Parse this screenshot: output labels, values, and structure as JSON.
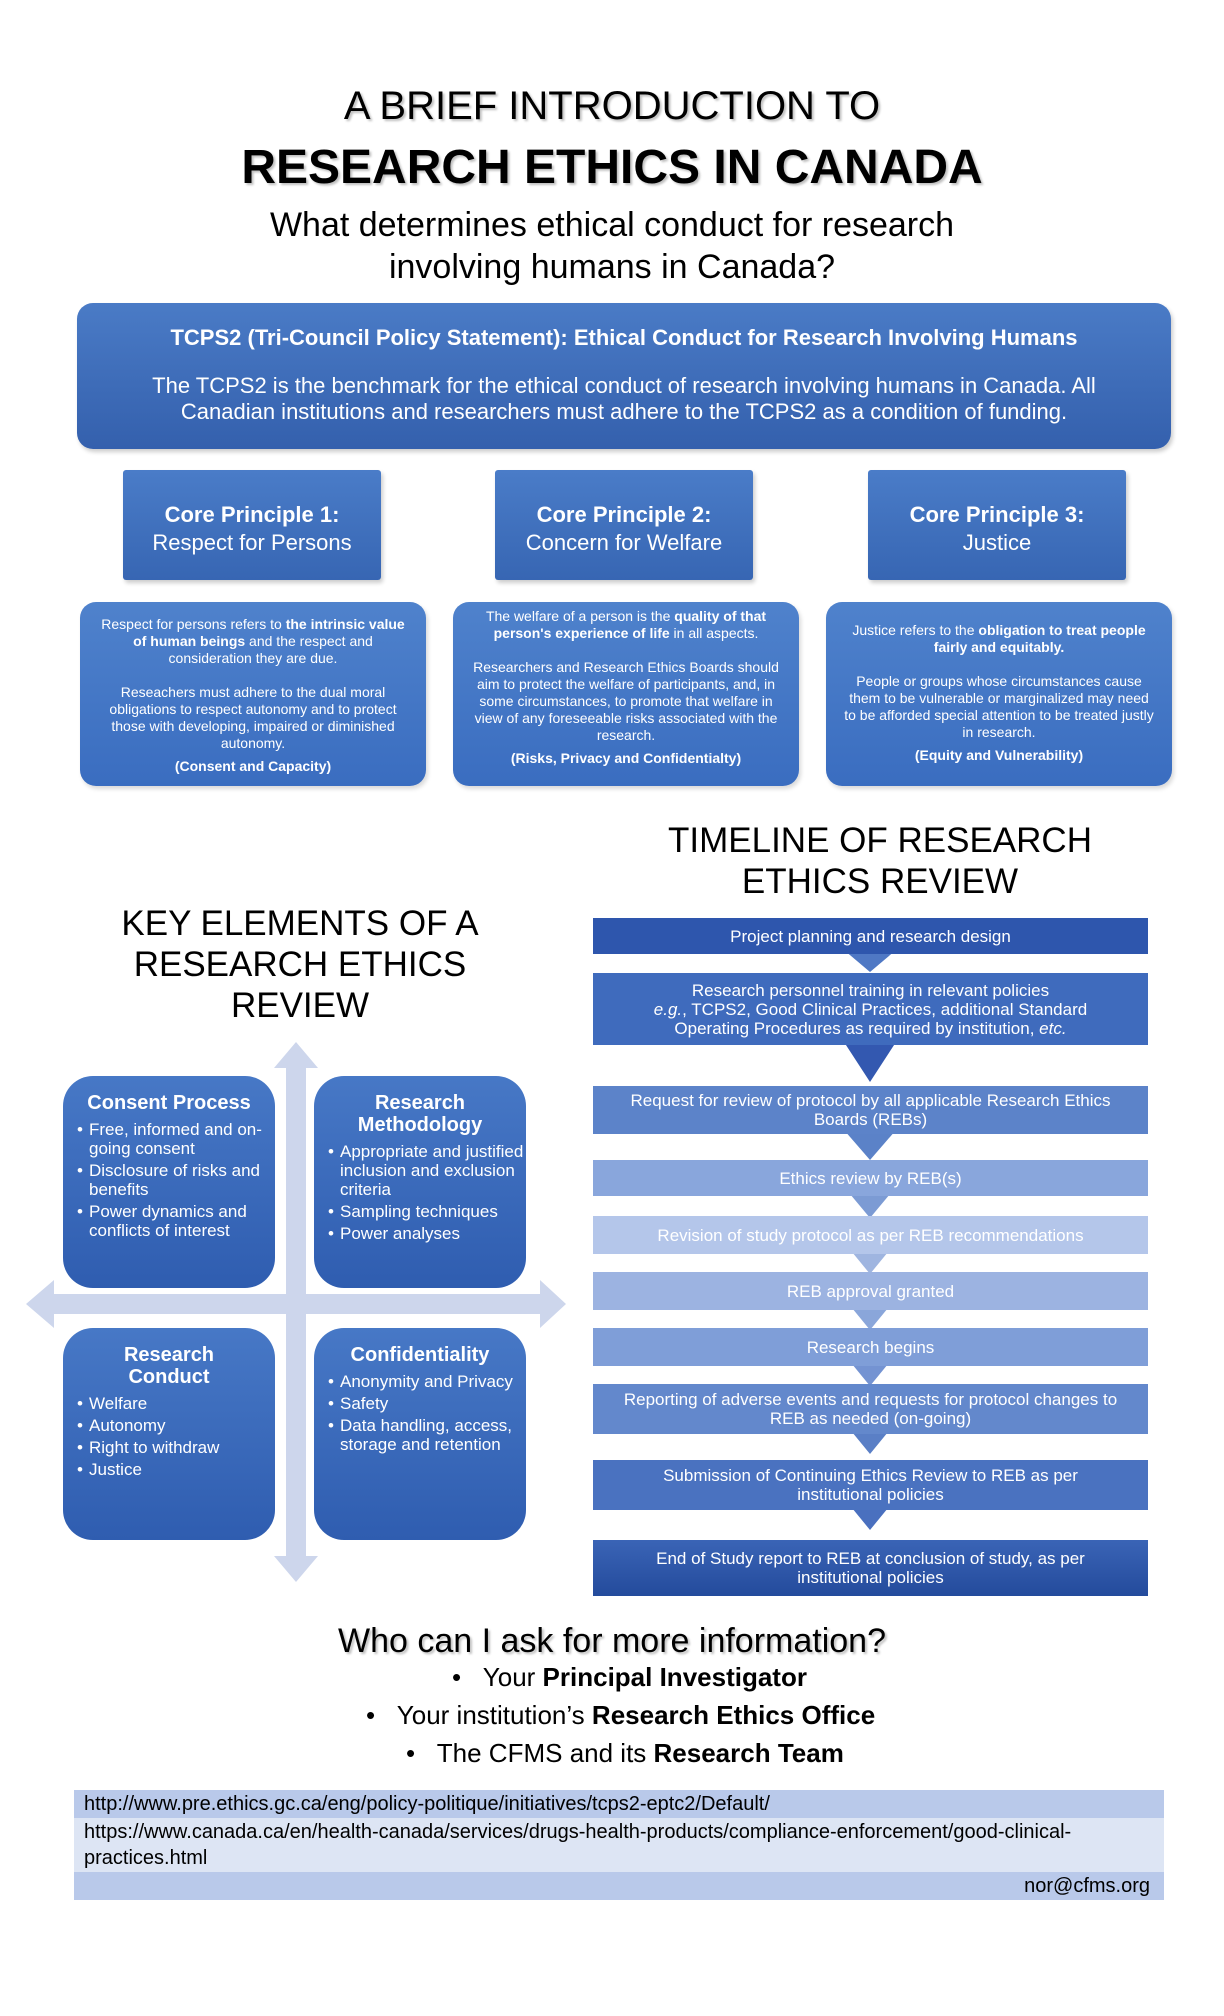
{
  "header": {
    "title_line1": "A BRIEF INTRODUCTION TO",
    "title_line2": "RESEARCH ETHICS IN CANADA",
    "subtitle": "What determines ethical conduct for research involving humans in Canada?"
  },
  "tcps": {
    "title": "TCPS2 (Tri-Council Policy Statement): Ethical Conduct for Research Involving Humans",
    "body": "The TCPS2 is the benchmark for the ethical conduct of research involving humans in Canada. All Canadian institutions and researchers must adhere to the TCPS2 as a condition of funding."
  },
  "principles": [
    {
      "title": "Core Principle 1:",
      "subtitle": "Respect for Persons",
      "desc1_pre": "Respect for persons refers to ",
      "desc1_bold": "the intrinsic value of human beings",
      "desc1_post": " and the respect and consideration they are due.",
      "desc2": "Reseachers must adhere to the dual moral obligations to respect autonomy and to protect those with developing, impaired or diminished autonomy.",
      "tag": "(Consent and Capacity)"
    },
    {
      "title": "Core Principle 2:",
      "subtitle": "Concern for Welfare",
      "desc1_pre": "The welfare of a person is the ",
      "desc1_bold": "quality of that person's experience of life",
      "desc1_post": " in all aspects.",
      "desc2": "Researchers and Research Ethics Boards should aim to protect the welfare of participants, and, in some circumstances, to promote that welfare in view of any foreseeable risks associated with the research.",
      "tag": "(Risks, Privacy and Confidentialty)"
    },
    {
      "title": "Core Principle 3:",
      "subtitle": "Justice",
      "desc1_pre": "Justice refers to the ",
      "desc1_bold": "obligation to treat people fairly and equitably.",
      "desc1_post": "",
      "desc2": "People or groups whose circumstances cause them to be vulnerable or marginalized may need to be afforded special attention to be treated justly in research.",
      "tag": "(Equity and Vulnerability)"
    }
  ],
  "key_elements": {
    "title": "KEY ELEMENTS OF A RESEARCH ETHICS REVIEW",
    "quadrants": [
      {
        "title": "Consent Process",
        "items": [
          "Free, informed and on-going consent",
          "Disclosure of risks and benefits",
          "Power dynamics and conflicts of interest"
        ]
      },
      {
        "title": "Research Methodology",
        "items": [
          "Appropriate and justified inclusion and exclusion criteria",
          "Sampling techniques",
          "Power analyses"
        ]
      },
      {
        "title": "Research Conduct",
        "items": [
          "Welfare",
          "Autonomy",
          "Right to withdraw",
          "Justice"
        ]
      },
      {
        "title": "Confidentiality",
        "items": [
          "Anonymity and Privacy",
          "Safety",
          "Data handling, access, storage and retention"
        ]
      }
    ]
  },
  "timeline": {
    "title": "TIMELINE OF RESEARCH ETHICS REVIEW",
    "steps": [
      {
        "text": "Project planning and research design"
      },
      {
        "text": "Research personnel training in relevant policies",
        "sub_pre": "e.g.",
        "sub_mid": ", TCPS2, Good Clinical Practices, additional Standard Operating Procedures as required by institution, ",
        "sub_post": "etc."
      },
      {
        "text": "Request for review of protocol by all applicable Research Ethics Boards (REBs)"
      },
      {
        "text": "Ethics review by REB(s)"
      },
      {
        "text": "Revision of study protocol as per REB recommendations"
      },
      {
        "text": "REB approval granted"
      },
      {
        "text": "Research begins"
      },
      {
        "text": "Reporting of adverse events and requests for protocol changes to REB as needed (on-going)"
      },
      {
        "text": "Submission of Continuing Ethics Review to REB as per institutional policies"
      },
      {
        "text": "End of Study report to REB at conclusion of study, as per institutional policies"
      }
    ]
  },
  "contact": {
    "title": "Who can I ask for more information?",
    "items": [
      {
        "pre": "Your ",
        "bold": "Principal Investigator"
      },
      {
        "pre": "Your institution’s ",
        "bold": "Research Ethics Office"
      },
      {
        "pre": "The CFMS and its ",
        "bold": "Research Team"
      }
    ],
    "link1": "http://www.pre.ethics.gc.ca/eng/policy-politique/initiatives/tcps2-eptc2/Default/",
    "link2": "https://www.canada.ca/en/health-canada/services/drugs-health-products/compliance-enforcement/good-clinical-practices.html",
    "email": "nor@cfms.org"
  }
}
